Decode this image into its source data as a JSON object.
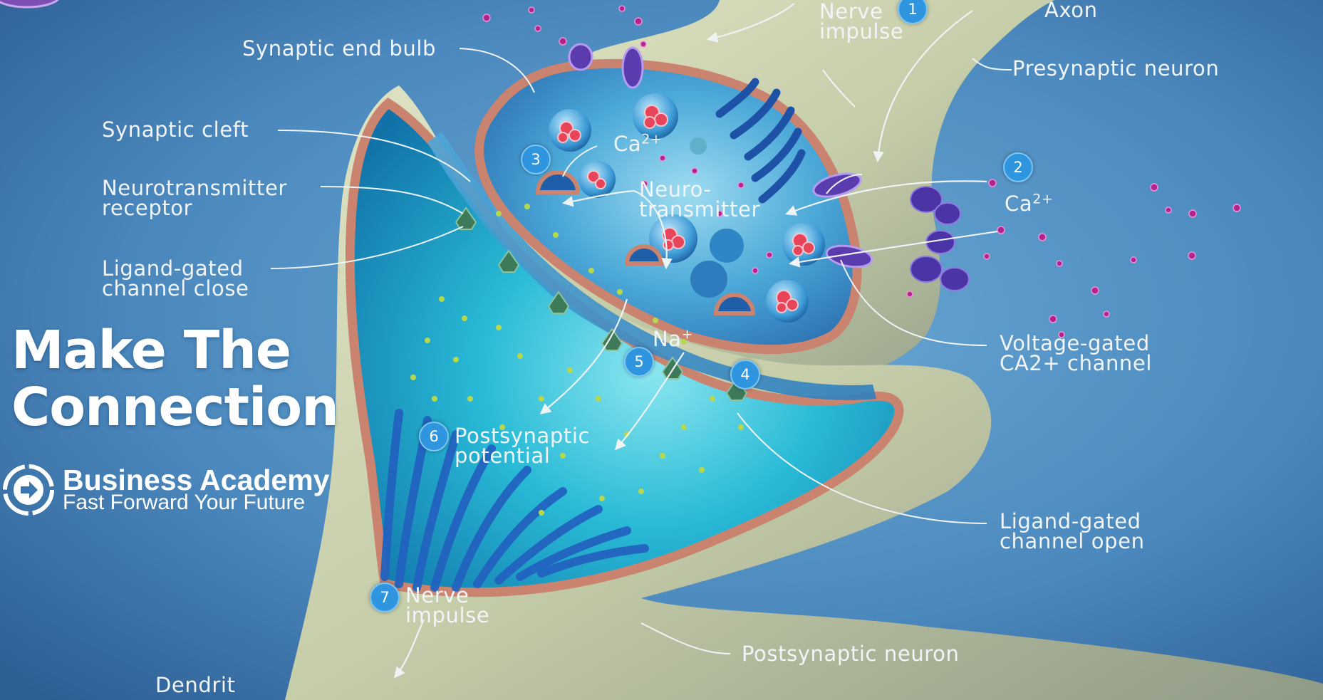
{
  "labels": {
    "axon": "Axon",
    "nerve_impulse_top": [
      "Nerve",
      "impulse"
    ],
    "presynaptic_neuron": "Presynaptic neuron",
    "synaptic_end_bulb": "Synaptic end bulb",
    "synaptic_cleft": "Synaptic cleft",
    "neurotransmitter_receptor": [
      "Neurotransmitter",
      "receptor"
    ],
    "ligand_gated_close": [
      "Ligand-gated",
      "channel close"
    ],
    "ca_inner": {
      "base": "Ca",
      "sup": "2+"
    },
    "ca_outer": {
      "base": "Ca",
      "sup": "2+"
    },
    "neurotransmitter": [
      "Neuro-",
      "transmitter"
    ],
    "na": {
      "base": "Na",
      "sup": "+"
    },
    "voltage_gated": [
      "Voltage-gated",
      "CA2+ channel"
    ],
    "postsynaptic_potential": [
      "Postsynaptic",
      "potential"
    ],
    "ligand_gated_open": [
      "Ligand-gated",
      "channel open"
    ],
    "nerve_impulse_bottom": [
      "Nerve",
      "impulse"
    ],
    "postsynaptic_neuron": "Postsynaptic neuron",
    "dendrit": "Dendrit"
  },
  "steps": [
    "1",
    "2",
    "3",
    "4",
    "5",
    "6",
    "7"
  ],
  "headline": [
    "Make The",
    "Connection"
  ],
  "brand": {
    "name": "Business Academy",
    "tagline": "Fast Forward Your Future",
    "logo_icon": "forward-arrow-circle-icon"
  },
  "colors": {
    "background": "#4d8ec4",
    "membrane": "#c9836f",
    "neuron_body": "#cdd3b3",
    "cleft_fluid": "#2fb8d2",
    "badge": "#2f95de",
    "calcium_ion": "#b2248d",
    "vesicle_core": "#e8455a",
    "channel": "#5a3cae",
    "ion_green": "#b7d84a"
  }
}
